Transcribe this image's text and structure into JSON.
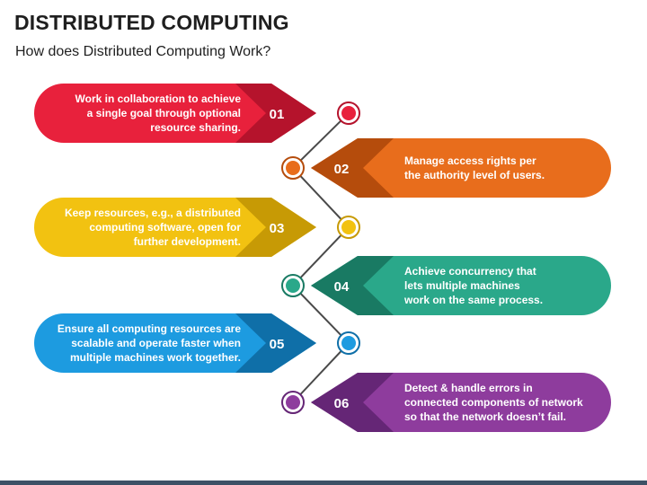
{
  "header": {
    "title": "DISTRIBUTED COMPUTING",
    "subtitle": "How does Distributed Computing Work?"
  },
  "colors": {
    "line": "#4a4a4a",
    "footer": "#3d5166"
  },
  "steps": [
    {
      "number": "01",
      "color": "#e8213c",
      "dark": "#b5132c",
      "text": "Work in collaboration to achieve\na single goal through optional\nresource sharing."
    },
    {
      "number": "02",
      "color": "#e86d1c",
      "dark": "#b54c0c",
      "text": "Manage access rights per\nthe authority level of users."
    },
    {
      "number": "03",
      "color": "#f2c211",
      "dark": "#c79a05",
      "text": "Keep resources, e.g., a distributed\ncomputing software, open for\nfurther development."
    },
    {
      "number": "04",
      "color": "#2aa88a",
      "dark": "#197a63",
      "text": "Achieve concurrency that\nlets multiple machines\nwork on the same process."
    },
    {
      "number": "05",
      "color": "#1d9be0",
      "dark": "#0f6fa8",
      "text": "Ensure all computing resources are\nscalable and operate faster when\nmultiple machines work together."
    },
    {
      "number": "06",
      "color": "#8e3c9d",
      "dark": "#652676",
      "text": "Detect & handle errors in\nconnected components of network\nso that the network doesn’t fail."
    }
  ]
}
